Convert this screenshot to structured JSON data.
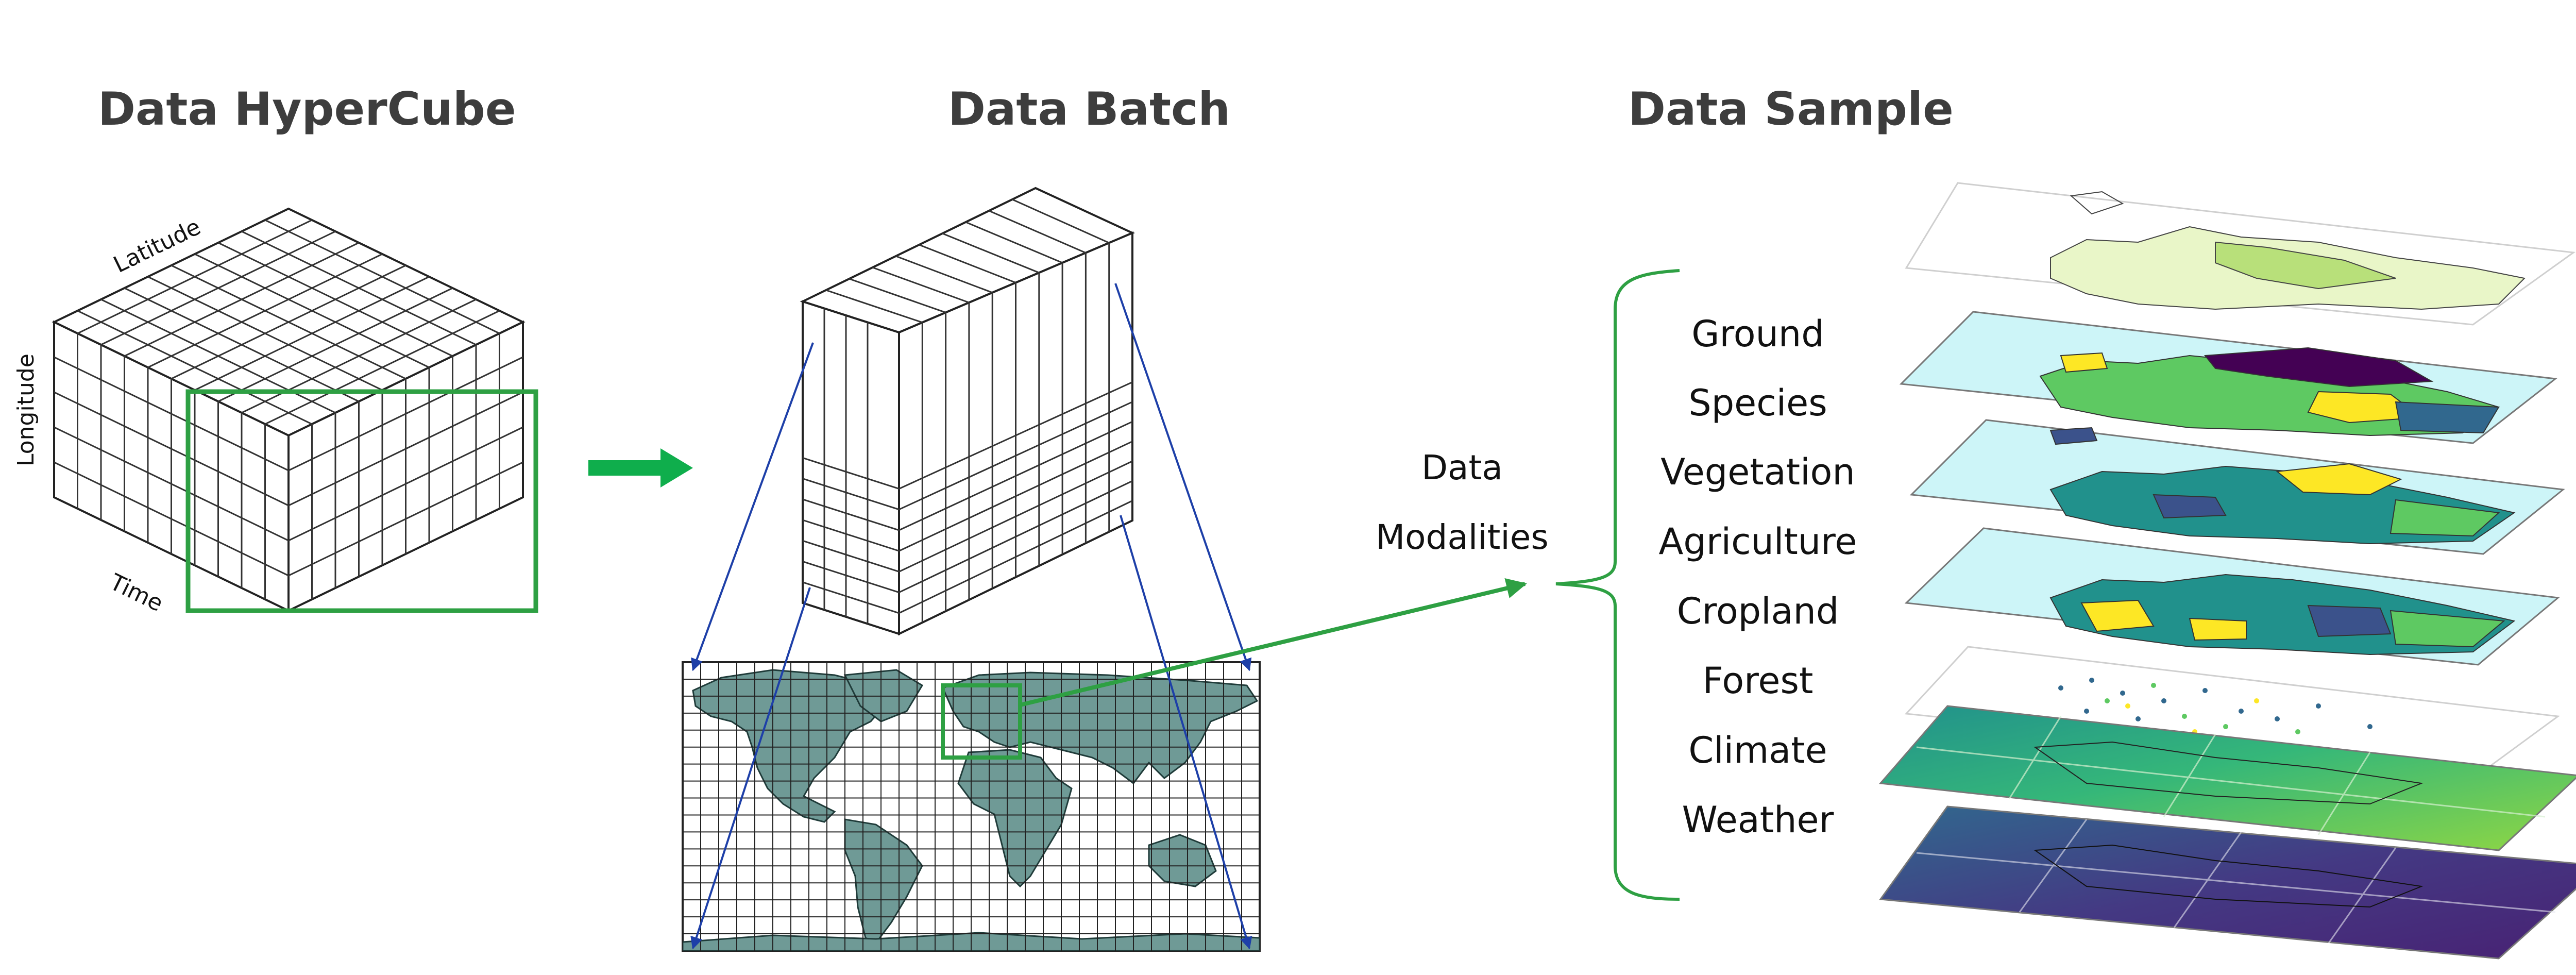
{
  "titles": {
    "hypercube": "Data HyperCube",
    "batch": "Data Batch",
    "sample": "Data Sample"
  },
  "axes": {
    "latitude": "Latitude",
    "longitude": "Longitude",
    "time": "Time"
  },
  "modalities_label": [
    "Data",
    "Modalities"
  ],
  "modalities": [
    "Ground",
    "Species",
    "Vegetation",
    "Agriculture",
    "Cropland",
    "Forest",
    "Climate",
    "Weather"
  ],
  "colors": {
    "title": "#3d3d3d",
    "highlight_green": "#2ea043",
    "arrow_green": "#0fae4c",
    "projection_blue": "#1d3fa8",
    "land": "#6f9a96",
    "layer_ocean": "#cdf5f8",
    "viridis_purple": "#440154",
    "viridis_blue": "#31688e",
    "viridis_teal": "#21918c",
    "viridis_green": "#5ec962",
    "viridis_yellow": "#fde725"
  }
}
